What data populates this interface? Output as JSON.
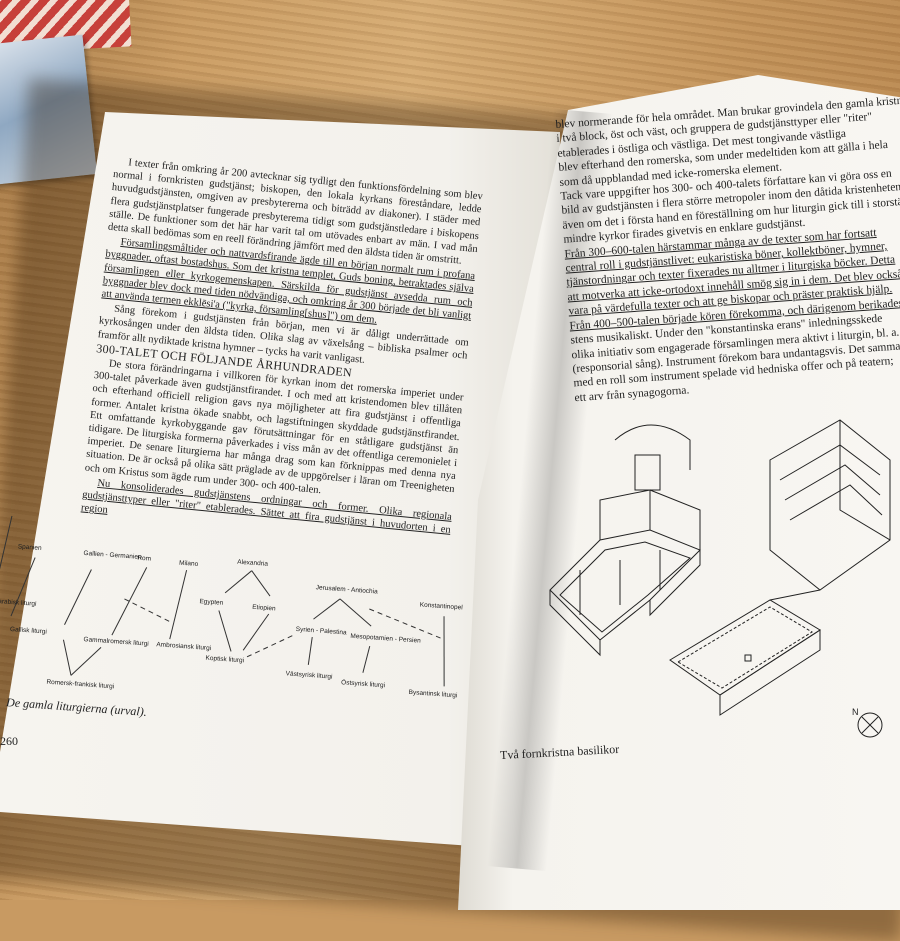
{
  "left_page": {
    "paragraphs": [
      "I texter från omkring år 200 avtecknar sig tydligt den funktionsfördelning som blev normal i fornkristen gudstjänst; biskopen, den lokala kyrkans föreståndare, ledde huvudgudstjänsten, omgiven av presbytererna och biträdd av diakoner). I städer med flera gudstjänstplatser fungerade presbyterema tidigt som gudstjänstledare i biskopens ställe. De funktioner som det här har varit tal om utövades enbart av män. I vad mån detta skall bedömas som en reell förändring jämfört med den äldsta tiden är omstritt.",
      "Församlingsmåltider och nattvardsfirande ägde till en början normalt rum i profana byggnader, oftast bostadshus. Som det kristna templet, Guds boning, betraktades själva församlingen eller kyrkogemenskapen. Särskilda för gudstjänst avsedda rum och byggnader blev dock med tiden nödvändiga, och omkring år 300 började det bli vanligt att använda termen ekklēsi'a (\"kyrka, församling[shus]\") om dem.",
      "Sång förekom i gudstjänsten från början, men vi är dåligt underrättade om kyrkosången under den äldsta tiden. Olika slag av växelsång – bibliska psalmer och framför allt nydiktade kristna hymner – tycks ha varit vanligast."
    ],
    "heading": "300-TALET OCH FÖLJANDE ÅRHUNDRADEN",
    "paragraph2": "De stora förändringarna i villkoren för kyrkan inom det romerska imperiet under 300-talet påverkade även gudstjänstfirandet. I och med att kristendomen blev tillåten och efterhand officiell religion gavs nya möjligheter att fira gudstjänst i offentliga former. Antalet kristna ökade snabbt, och lagstiftningen skyddade gudstjänstfirandet. Ett omfattande kyrkobyggande gav förutsättningar för en ståtligare gudstjänst än tidigare. De liturgiska formerna påverkades i viss mån av det offentliga ceremonielet i imperiet. De senare liturgierna har många drag som kan förknippas med denna nya situation. De är också på olika sätt präglade av de uppgörelser i läran om Treenigheten och om Kristus som ägde rum under 300- och 400-talen.",
    "paragraph3": "Nu konsoliderades gudstjänstens ordningar och former. Olika regionala gudstjänsttyper eller \"riter\" etablerades. Sättet att fira gudstjänst i huvudorten i en region",
    "caption": "De gamla liturgierna (urval).",
    "page_number": "260"
  },
  "diagram": {
    "nodes": {
      "spanien": "Spanien",
      "gallien": "Gallien - Germanien",
      "rom": "Rom",
      "milano": "Milano",
      "alexandria": "Alexandria",
      "jerusalem": "Jerusalem - Antiochia",
      "konstantinopel": "Konstantinopel",
      "egypten": "Egypten",
      "etiopien": "Etiopien",
      "syrien": "Syrien - Palestina",
      "mesopotamien": "Mesopotamien - Persien",
      "mozarabisk": "Mozarabisk liturgi",
      "gallisk": "Gallisk liturgi",
      "gammalromersk": "Gammalromersk liturgi",
      "ambrosiansk": "Ambrosiansk liturgi",
      "koptisk": "Koptisk liturgi",
      "vastsyrisk": "Västsyrisk liturgi",
      "ostsyrisk": "Östsyrisk liturgi",
      "bysantinsk": "Bysantinsk liturgi",
      "romerskfrankisk": "Romersk-frankisk liturgi"
    }
  },
  "right_page": {
    "lines": [
      "blev normerande för hela området. Man brukar grovindela den gamla kristna",
      "i två block, öst och väst, och gruppera de gudstjänsttyper eller \"riter\"",
      "etablerades i östliga och västliga. Det mest tongivande västliga",
      "blev efterhand den romerska, som under medeltiden kom att gälla i hela",
      "som då uppblandad med icke-romerska element.",
      "Tack vare uppgifter hos 300- och 400-talets författare kan vi göra oss en",
      "bild av gudstjänsten i flera större metropoler inom den dåtida kristenheten,",
      "även om det i första hand en föreställning om hur liturgin gick till i storstäderna;",
      "mindre kyrkor firades givetvis en enklare gudstjänst.",
      "Från 300–600-talen härstammar många av de texter som har fortsatt",
      "central roll i gudstjänstlivet: eukaristiska böner, kollektböner, hymner,",
      "tjänstordningar och texter fixerades nu alltmer i liturgiska böcker. Detta",
      "att motverka att icke-ortodoxt innehåll smög sig in i dem. Det blev också",
      "vara på värdefulla texter och att ge biskopar och präster praktisk hjälp.",
      "Från 400–500-talen började kören förekomma, och därigenom berikades",
      "stens musikaliskt. Under den \"konstantinska erans\" inledningsskede",
      "olika initiativ som engagerade församlingen mera aktivt i liturgin, bl. a.",
      "(responsorial sång). Instrument förekom bara undantagsvis. Det sammanhängde",
      "med en roll som instrument spelade vid hedniska offer och på teatern;",
      "ett arv från synagogorna."
    ],
    "caption": "Två fornkristna basilikor",
    "compass": "N"
  },
  "colors": {
    "paper": "#f6f4ef",
    "ink": "#222222",
    "table": "#c99b62"
  }
}
